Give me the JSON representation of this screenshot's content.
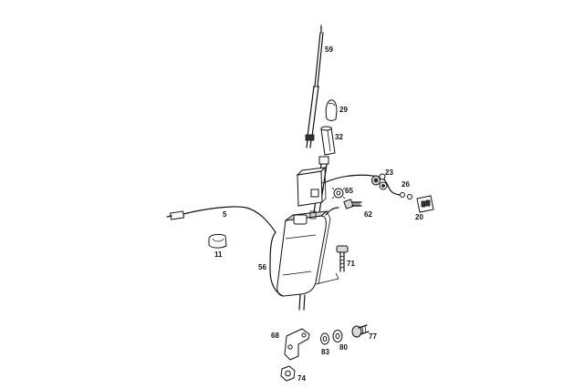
{
  "diagram": {
    "part_labels": {
      "p59": "59",
      "p29": "29",
      "p32": "32",
      "p23": "23",
      "p26": "26",
      "p65": "65",
      "p62": "62",
      "p20": "20",
      "p5": "5",
      "p11": "11",
      "p56": "56",
      "p71": "71",
      "p68": "68",
      "p83": "83",
      "p80": "80",
      "p77": "77",
      "p74": "74"
    }
  }
}
